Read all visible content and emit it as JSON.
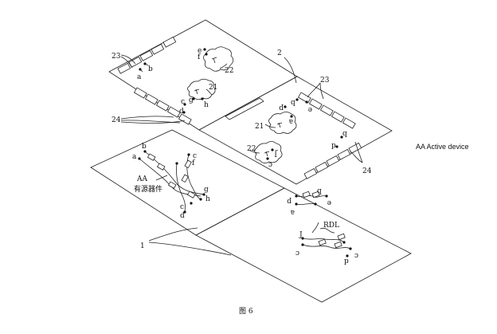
{
  "side_note": "AA Active device",
  "caption": "图 6",
  "ref_numbers": {
    "n1": "1",
    "n2": "2",
    "n23a": "23",
    "n23b": "23",
    "n24a": "24",
    "n24b": "24",
    "n21a": "21",
    "n21b": "21",
    "n22a": "22",
    "n22b": "22"
  },
  "device_label": "AA",
  "device_label_cn": "有源器件",
  "rdl_label": "RDL",
  "pin_letters": {
    "a": "a",
    "b": "b",
    "c": "c",
    "d": "d",
    "e": "e",
    "f": "f",
    "g": "g",
    "h": "h"
  },
  "mirrored_letters": {
    "p": "p",
    "q": "q",
    "J": "J",
    "a_rot": "a",
    "e_rot": "e",
    "c_rot": "c",
    "p2": "p",
    "q2": "q",
    "e2": "e",
    "a2": "a",
    "J2": "J",
    "c2": "c"
  }
}
